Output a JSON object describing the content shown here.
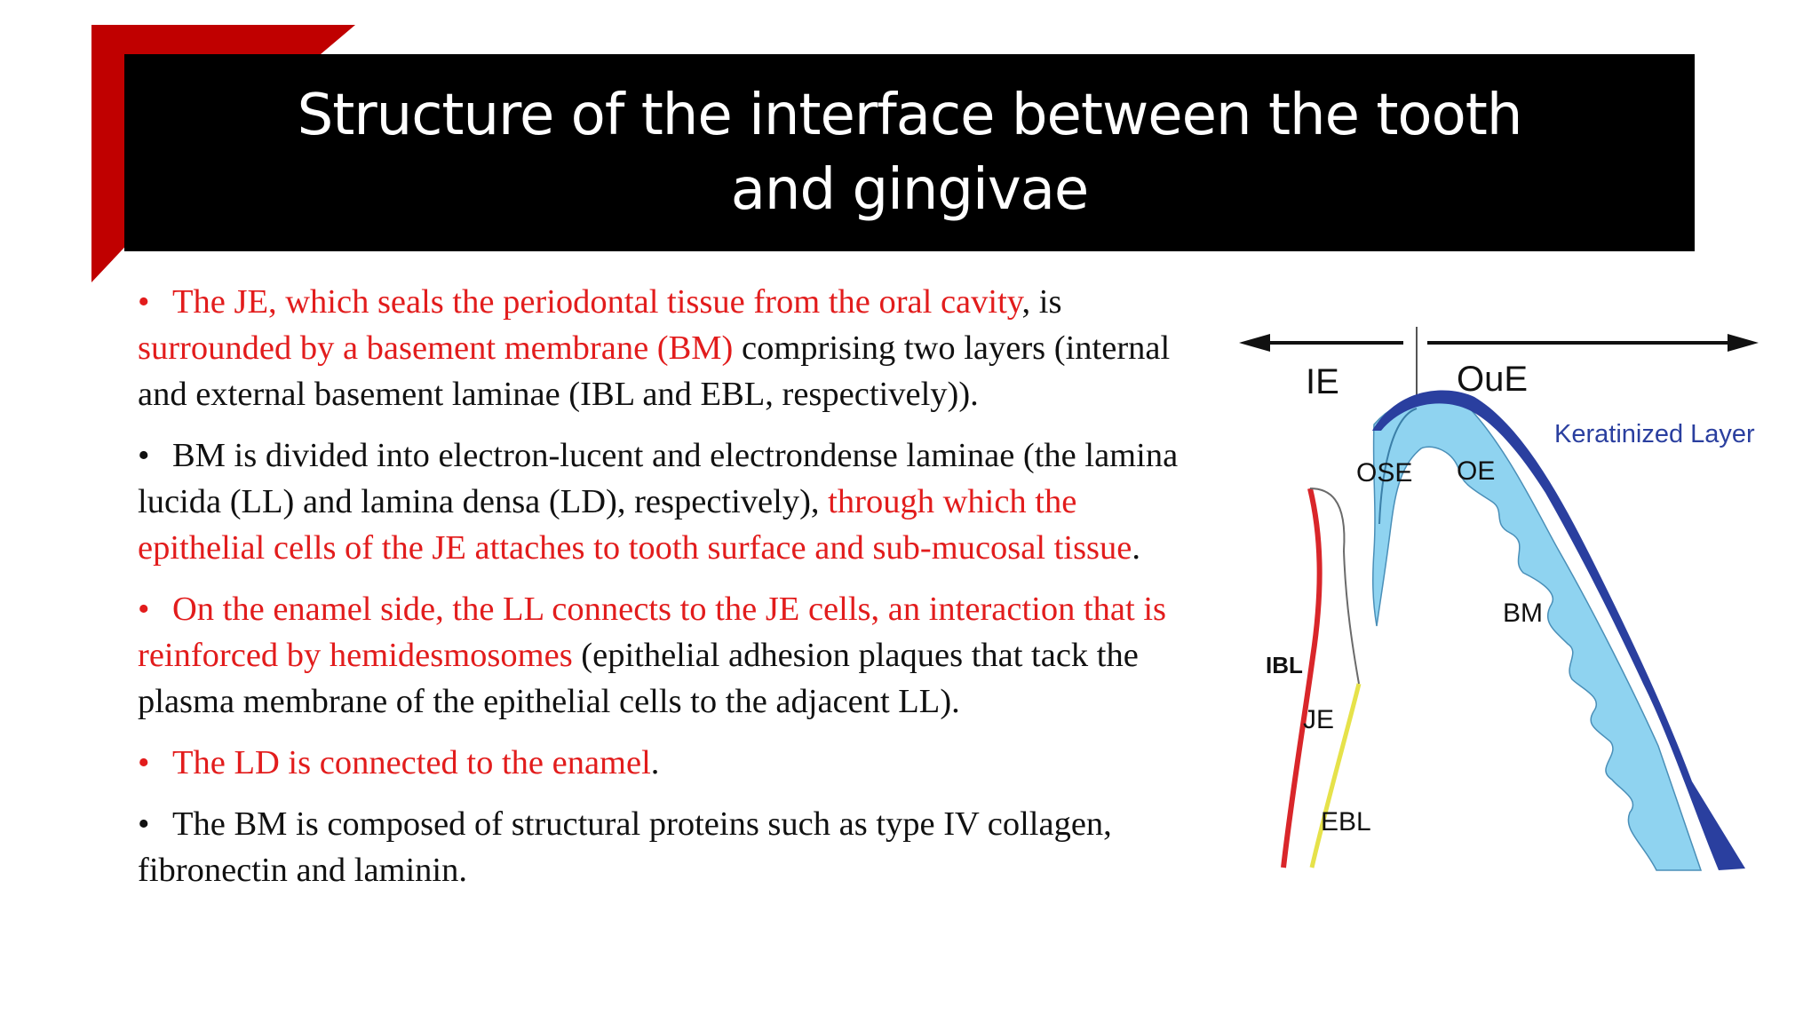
{
  "slide": {
    "title": "Structure of the interface between the tooth and gingivae",
    "accent_color": "#c00000",
    "emphasis_color": "#e21c1c",
    "bullets": [
      {
        "marker": "•",
        "segments": [
          {
            "text": "The JE, which seals the periodontal tissue from the oral cavity",
            "red": true
          },
          {
            "text": ", is ",
            "red": false
          },
          {
            "text": "surrounded by a basement membrane (BM)",
            "red": true
          },
          {
            "text": " comprising two layers (internal and external basement laminae (IBL and EBL, respectively)).",
            "red": false
          }
        ]
      },
      {
        "marker": "•",
        "segments": [
          {
            "text": "BM is divided into electron-lucent and electrondense laminae (the lamina lucida (LL) and lamina densa (LD), respectively), ",
            "red": false
          },
          {
            "text": "through which the epithelial cells of the JE attaches to tooth surface and sub-mucosal tissue",
            "red": true
          },
          {
            "text": ".",
            "red": false
          }
        ]
      },
      {
        "marker": "•",
        "segments": [
          {
            "text": "On the enamel side, the LL connects to the JE cells, an interaction that is reinforced by hemidesmosomes",
            "red": true
          },
          {
            "text": " (epithelial adhesion plaques that tack the plasma membrane of the epithelial cells to the adjacent LL).",
            "red": false
          }
        ]
      },
      {
        "marker": "•",
        "segments": [
          {
            "text": "The LD is connected to the enamel",
            "red": true
          },
          {
            "text": ".",
            "red": false
          }
        ]
      },
      {
        "marker": "•",
        "segments": [
          {
            "text": "The BM is composed of structural proteins such as type IV collagen, fibronectin and laminin.",
            "red": false
          }
        ]
      }
    ]
  },
  "diagram": {
    "labels": {
      "ie": "IE",
      "oue": "OuE",
      "keratinized": "Keratinized Layer",
      "ose": "OSE",
      "oe": "OE",
      "bm": "BM",
      "ibl": "IBL",
      "je": "JE",
      "ebl": "EBL"
    },
    "colors": {
      "keratinized": "#2a3f9f",
      "epithelium": "#8fd3f0",
      "ibl": "#d9262a",
      "ebl": "#e6e24a",
      "label_blue": "#2a3f9f"
    }
  }
}
